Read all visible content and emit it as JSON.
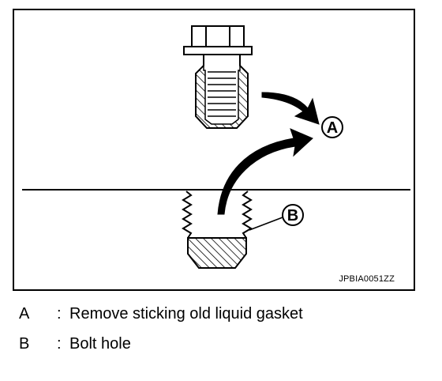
{
  "figure": {
    "code": "JPBIA0051ZZ",
    "callouts": [
      {
        "letter": "A"
      },
      {
        "letter": "B"
      }
    ]
  },
  "legend": [
    {
      "key": "A",
      "sep": ":",
      "text": "Remove sticking old liquid gasket"
    },
    {
      "key": "B",
      "sep": ":",
      "text": "Bolt hole"
    }
  ]
}
